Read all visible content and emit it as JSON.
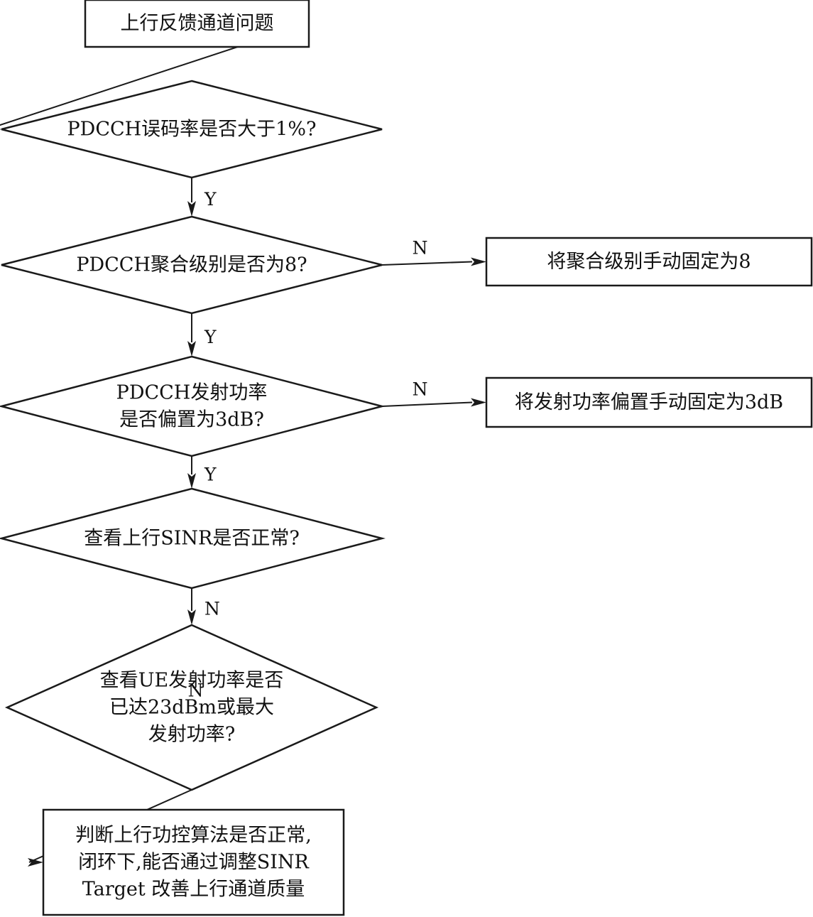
{
  "flowchart": {
    "nodes": [
      {
        "id": "start",
        "shape": "process",
        "lines": [
          "上行反馈通道问题"
        ]
      },
      {
        "id": "q1",
        "shape": "decision",
        "lines": [
          "PDCCH误码率是否大于1%?"
        ]
      },
      {
        "id": "q2",
        "shape": "decision",
        "lines": [
          "PDCCH聚合级别是否为8?"
        ]
      },
      {
        "id": "a2",
        "shape": "process",
        "lines": [
          "将聚合级别手动固定为8"
        ]
      },
      {
        "id": "q3",
        "shape": "decision",
        "lines": [
          "PDCCH发射功率",
          "是否偏置为3dB?"
        ]
      },
      {
        "id": "a3",
        "shape": "process",
        "lines": [
          "将发射功率偏置手动固定为3dB"
        ]
      },
      {
        "id": "q4",
        "shape": "decision",
        "lines": [
          "查看上行SINR是否正常?"
        ]
      },
      {
        "id": "q5",
        "shape": "decision",
        "lines": [
          "查看UE发射功率是否",
          "已达23dBm或最大",
          "发射功率?"
        ]
      },
      {
        "id": "end",
        "shape": "process",
        "lines": [
          "判断上行功控算法是否正常,",
          "闭环下,能否通过调整SINR",
          "Target 改善上行通道质量"
        ]
      }
    ],
    "edges": [
      {
        "from": "start",
        "to": "q1",
        "label": ""
      },
      {
        "from": "q1",
        "to": "q2",
        "label": "Y"
      },
      {
        "from": "q2",
        "to": "a2",
        "label": "N"
      },
      {
        "from": "q2",
        "to": "q3",
        "label": "Y"
      },
      {
        "from": "q3",
        "to": "a3",
        "label": "N"
      },
      {
        "from": "q3",
        "to": "q4",
        "label": "Y"
      },
      {
        "from": "q4",
        "to": "q5",
        "label": "N"
      },
      {
        "from": "q5",
        "to": "end",
        "label": "N"
      }
    ]
  }
}
